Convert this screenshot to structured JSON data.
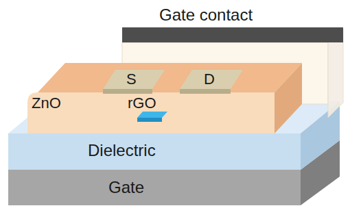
{
  "diagram": {
    "nodes": [
      {
        "text": [
          "Gate contact"
        ]
      },
      {
        "text": [
          "ZnO"
        ]
      },
      {
        "text": [
          "S"
        ],
        "in": 1
      },
      {
        "text": [
          "D"
        ],
        "in": 1
      },
      {
        "text": [
          "rGO"
        ],
        "in": 1
      },
      {
        "text": [
          "Dielectric"
        ]
      },
      {
        "text": [
          "Gate"
        ]
      }
    ]
  }
}
